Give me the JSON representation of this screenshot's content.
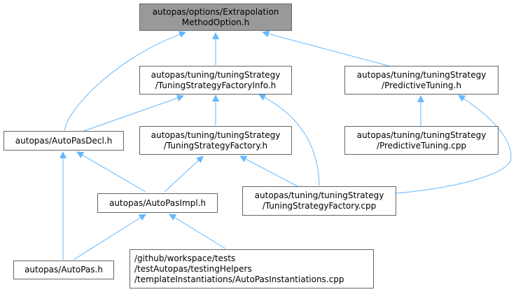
{
  "nodes": {
    "extrapolation": [
      "autopas/options/Extrapolation",
      "MethodOption.h"
    ],
    "factory_info": [
      "autopas/tuning/tuningStrategy",
      "/TuningStrategyFactoryInfo.h"
    ],
    "predictive_h": [
      "autopas/tuning/tuningStrategy",
      "/PredictiveTuning.h"
    ],
    "decl": [
      "autopas/AutoPasDecl.h"
    ],
    "factory_h": [
      "autopas/tuning/tuningStrategy",
      "/TuningStrategyFactory.h"
    ],
    "predictive_cpp": [
      "autopas/tuning/tuningStrategy",
      "/PredictiveTuning.cpp"
    ],
    "impl": [
      "autopas/AutoPasImpl.h"
    ],
    "factory_cpp": [
      "autopas/tuning/tuningStrategy",
      "/TuningStrategyFactory.cpp"
    ],
    "autopas": [
      "autopas/AutoPas.h"
    ],
    "instantiations": [
      "/github/workspace/tests",
      "/testAutopas/testingHelpers",
      "/templateInstantiations/AutoPasInstantiations.cpp"
    ]
  },
  "colors": {
    "edge": "#63b8ff",
    "root_fill": "#999999",
    "border": "#666666"
  }
}
